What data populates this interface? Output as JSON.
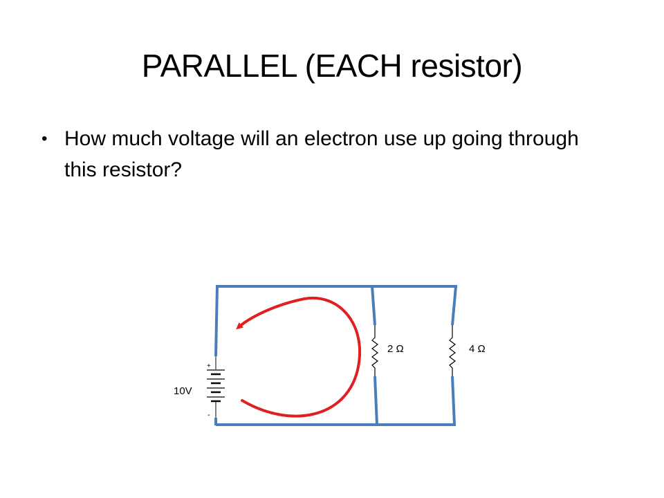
{
  "slide": {
    "title": "PARALLEL (EACH resistor)",
    "bullets": [
      "How much voltage will an electron use up going through this resistor?"
    ]
  },
  "diagram": {
    "battery_label": "10V",
    "battery_plus": "+",
    "battery_minus": "-",
    "resistor_1_label": "2 Ω",
    "resistor_2_label": "4 Ω",
    "colors": {
      "wire": "#4a7ebb",
      "arrow": "#e02020",
      "component": "#000000"
    }
  }
}
